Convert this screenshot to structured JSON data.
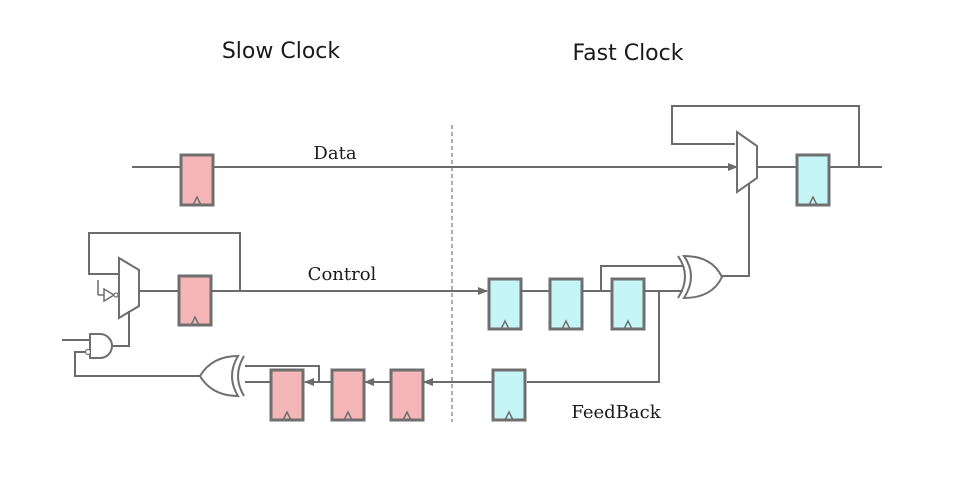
{
  "domains": {
    "slow": "Slow Clock",
    "fast": "Fast Clock"
  },
  "signals": {
    "data": "Data",
    "control": "Control",
    "feedback": "FeedBack"
  },
  "colors": {
    "slow_register": "#f4b6b6",
    "fast_register": "#c6f5f7",
    "wire": "#6b6b6b"
  }
}
